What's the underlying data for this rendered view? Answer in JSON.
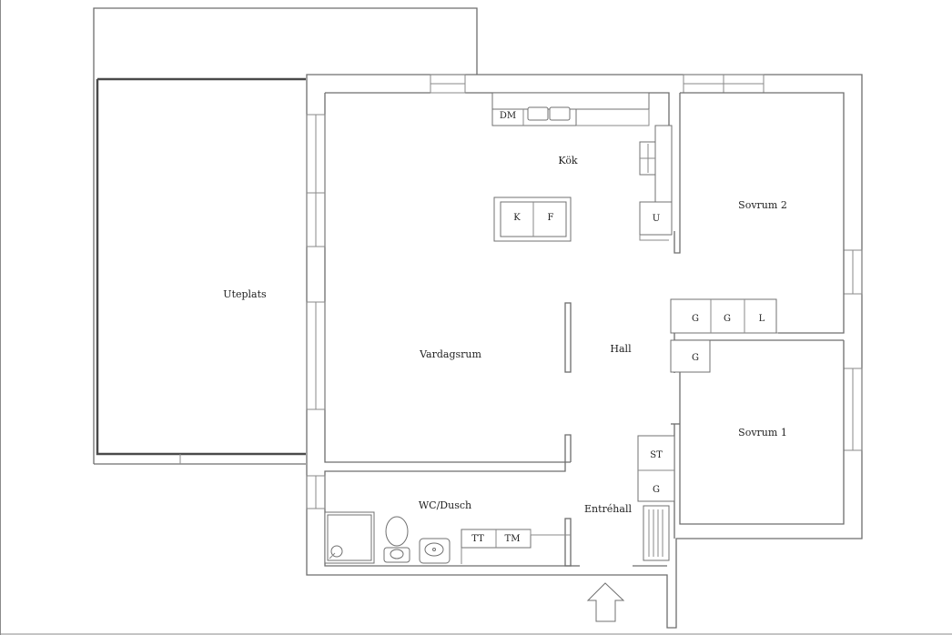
{
  "rooms": {
    "uteplats": "Uteplats",
    "kok": "Kök",
    "vardagsrum": "Vardagsrum",
    "hall": "Hall",
    "sovrum2": "Sovrum 2",
    "sovrum1": "Sovrum 1",
    "wc": "WC/Dusch",
    "entre": "Entréhall"
  },
  "fixtures": {
    "dm": "DM",
    "k": "K",
    "f": "F",
    "u": "U",
    "g1": "G",
    "g2": "G",
    "l": "L",
    "g3": "G",
    "st": "ST",
    "g4": "G",
    "tt": "TT",
    "tm": "TM"
  },
  "colors": {
    "wall": "#6d6d6d",
    "terrace_edge": "#4a4a4a"
  },
  "icons": {
    "entrance": "arrow-up-icon",
    "radiator": "radiator-icon",
    "toilet": "toilet-icon",
    "sink": "sink-icon",
    "shower": "shower-icon",
    "stove": "stove-icon"
  }
}
